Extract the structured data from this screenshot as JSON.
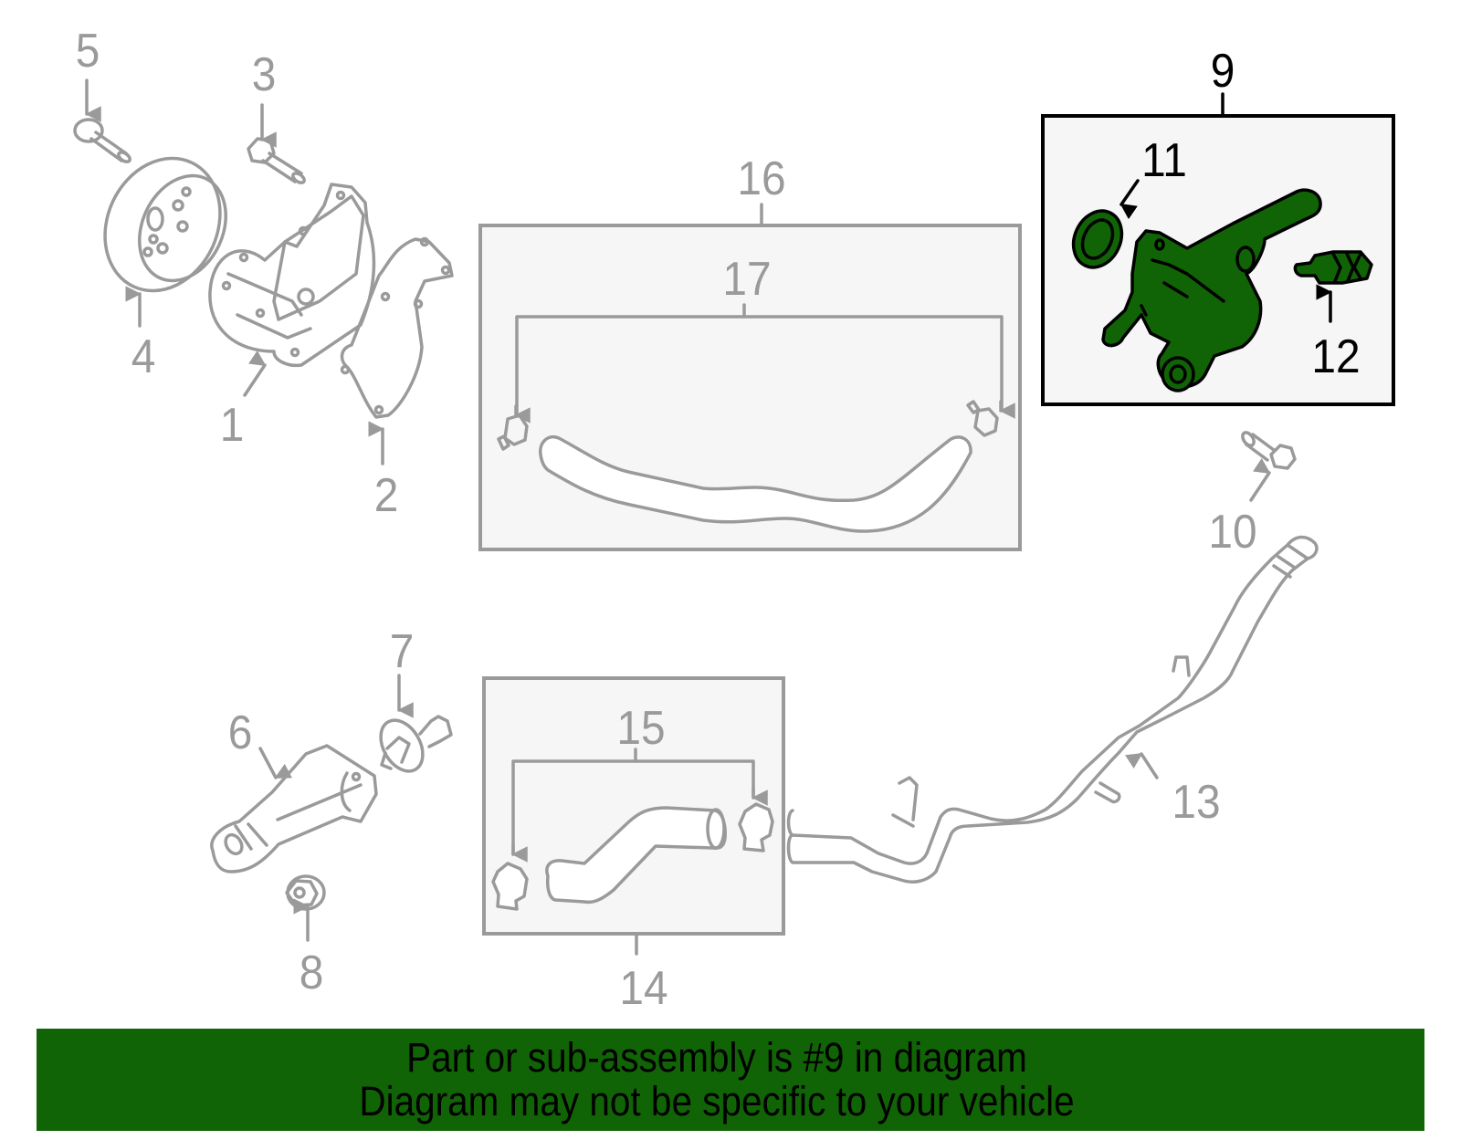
{
  "diagram": {
    "highlight_color": "#116405",
    "line_color": "#9a9a9a",
    "callouts": [
      {
        "id": "1",
        "label": "1",
        "part": "water-pump"
      },
      {
        "id": "2",
        "label": "2",
        "part": "water-pump-gasket"
      },
      {
        "id": "3",
        "label": "3",
        "part": "water-pump-bolt"
      },
      {
        "id": "4",
        "label": "4",
        "part": "water-pump-pulley"
      },
      {
        "id": "5",
        "label": "5",
        "part": "pulley-bolt"
      },
      {
        "id": "6",
        "label": "6",
        "part": "thermostat-housing"
      },
      {
        "id": "7",
        "label": "7",
        "part": "thermostat"
      },
      {
        "id": "8",
        "label": "8",
        "part": "housing-nut"
      },
      {
        "id": "9",
        "label": "9",
        "part": "water-outlet-assembly",
        "highlighted": true
      },
      {
        "id": "10",
        "label": "10",
        "part": "outlet-bolt"
      },
      {
        "id": "11",
        "label": "11",
        "part": "outlet-gasket",
        "highlighted": true
      },
      {
        "id": "12",
        "label": "12",
        "part": "temperature-sensor",
        "highlighted": true
      },
      {
        "id": "13",
        "label": "13",
        "part": "water-pipe"
      },
      {
        "id": "14",
        "label": "14",
        "part": "lower-hose-assembly"
      },
      {
        "id": "15",
        "label": "15",
        "part": "hose-clamps-lower"
      },
      {
        "id": "16",
        "label": "16",
        "part": "bypass-hose-assembly"
      },
      {
        "id": "17",
        "label": "17",
        "part": "hose-clamps-upper"
      }
    ]
  },
  "banner": {
    "line1": "Part or sub-assembly is #9 in diagram",
    "line2": "Diagram may not be specific to your vehicle"
  }
}
